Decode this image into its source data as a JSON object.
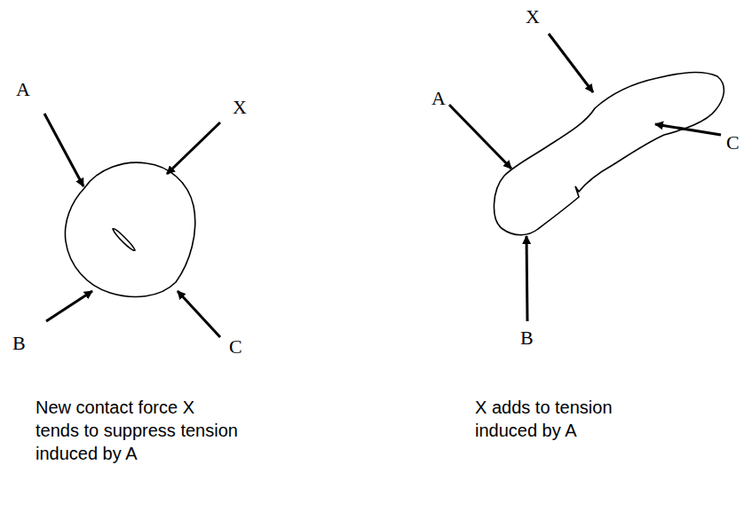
{
  "diagram": {
    "labels": [
      "A",
      "X",
      "B",
      "C",
      "New contact force X tends to suppress tension induced by A",
      "X",
      "A",
      "C",
      "B",
      "X adds to tension induced by A"
    ]
  }
}
